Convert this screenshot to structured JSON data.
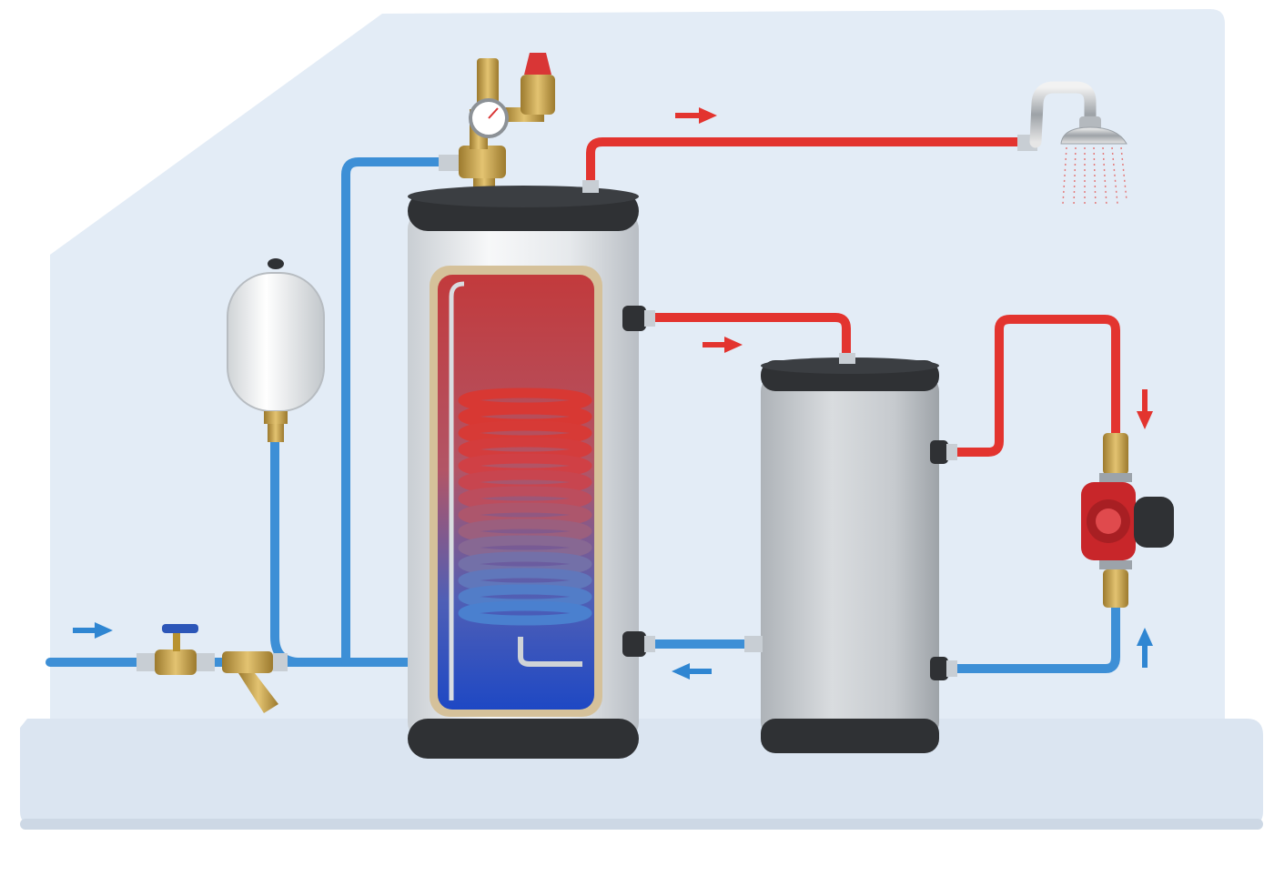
{
  "diagram": {
    "colors": {
      "wall": "#e3ecf6",
      "floor": "#d9e4f0",
      "hot_pipe": "#e3342f",
      "cold_pipe": "#3d8fd6",
      "brass": "#c9a24a",
      "tank_shell": "#e9ecef",
      "tank_cap": "#2f3134",
      "pump": "#c8262a",
      "arrow_hot": "#e3342f",
      "arrow_cold": "#2f86d2"
    },
    "components": [
      {
        "id": "storage-tank",
        "icon": "coil-water-tank-icon"
      },
      {
        "id": "boiler-tank",
        "icon": "cylinder-tank-icon"
      },
      {
        "id": "expansion-vessel",
        "icon": "expansion-vessel-icon"
      },
      {
        "id": "safety-group",
        "icon": "pressure-gauge-icon"
      },
      {
        "id": "circulation-pump",
        "icon": "pump-icon"
      },
      {
        "id": "shower-head",
        "icon": "shower-icon"
      },
      {
        "id": "inlet-valve",
        "icon": "ball-valve-icon"
      },
      {
        "id": "strainer",
        "icon": "y-strainer-icon"
      }
    ],
    "flow_arrows": [
      {
        "id": "cold-inlet",
        "direction": "right",
        "color": "cold"
      },
      {
        "id": "hot-to-shower",
        "direction": "right",
        "color": "hot"
      },
      {
        "id": "hot-to-boiler",
        "direction": "right",
        "color": "hot"
      },
      {
        "id": "return-cold",
        "direction": "left",
        "color": "cold"
      },
      {
        "id": "pump-down",
        "direction": "down",
        "color": "hot"
      },
      {
        "id": "pump-up",
        "direction": "up",
        "color": "cold"
      }
    ]
  }
}
